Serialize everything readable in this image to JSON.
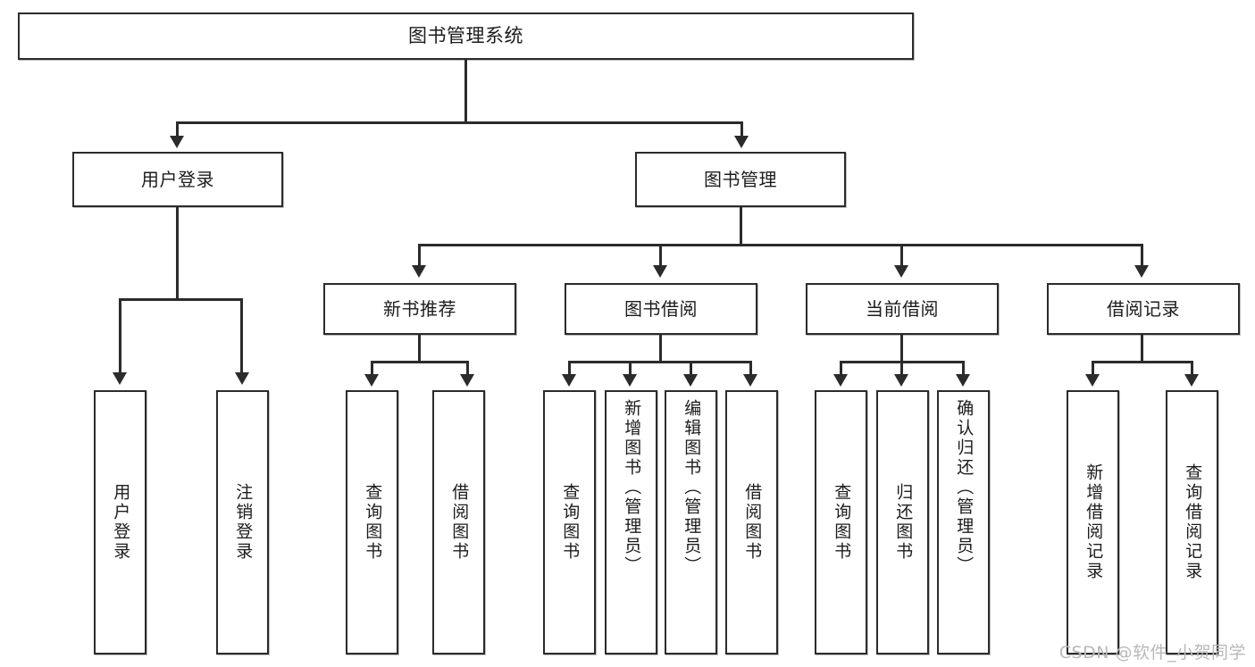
{
  "diagram": {
    "title": "图书管理系统",
    "type": "功能结构图",
    "watermark": "CSDN @软件_小贺同学"
  },
  "nodes": {
    "root": {
      "label": "图书管理系统"
    },
    "level2": [
      {
        "id": "user-login",
        "label": "用户登录"
      },
      {
        "id": "book-manage",
        "label": "图书管理"
      }
    ],
    "level3": [
      {
        "id": "new-book-rec",
        "label": "新书推荐"
      },
      {
        "id": "book-borrow",
        "label": "图书借阅"
      },
      {
        "id": "current-borrow",
        "label": "当前借阅"
      },
      {
        "id": "borrow-record",
        "label": "借阅记录"
      }
    ],
    "leaves": {
      "user_login": [
        {
          "id": "leaf-user-login",
          "label": "用户登录"
        },
        {
          "id": "leaf-user-logout",
          "label": "注销登录"
        }
      ],
      "new_book_rec": [
        {
          "id": "leaf-query-book-1",
          "label": "查询图书"
        },
        {
          "id": "leaf-borrow-book-1",
          "label": "借阅图书"
        }
      ],
      "book_borrow": [
        {
          "id": "leaf-query-book-2",
          "label": "查询图书"
        },
        {
          "id": "leaf-add-book",
          "label": "新增图书（管理员）"
        },
        {
          "id": "leaf-edit-book",
          "label": "编辑图书（管理员）"
        },
        {
          "id": "leaf-borrow-book-2",
          "label": "借阅图书"
        }
      ],
      "current_borrow": [
        {
          "id": "leaf-query-book-3",
          "label": "查询图书"
        },
        {
          "id": "leaf-return-book",
          "label": "归还图书"
        },
        {
          "id": "leaf-confirm-return",
          "label": "确认归还（管理员）"
        }
      ],
      "borrow_record": [
        {
          "id": "leaf-add-record",
          "label": "新增借阅记录"
        },
        {
          "id": "leaf-query-record",
          "label": "查询借阅记录"
        }
      ]
    }
  },
  "colors": {
    "stroke": "#2b2b2b",
    "fill": "#ffffff",
    "text": "#1c1c1c",
    "watermark": "#b9b9b9"
  }
}
